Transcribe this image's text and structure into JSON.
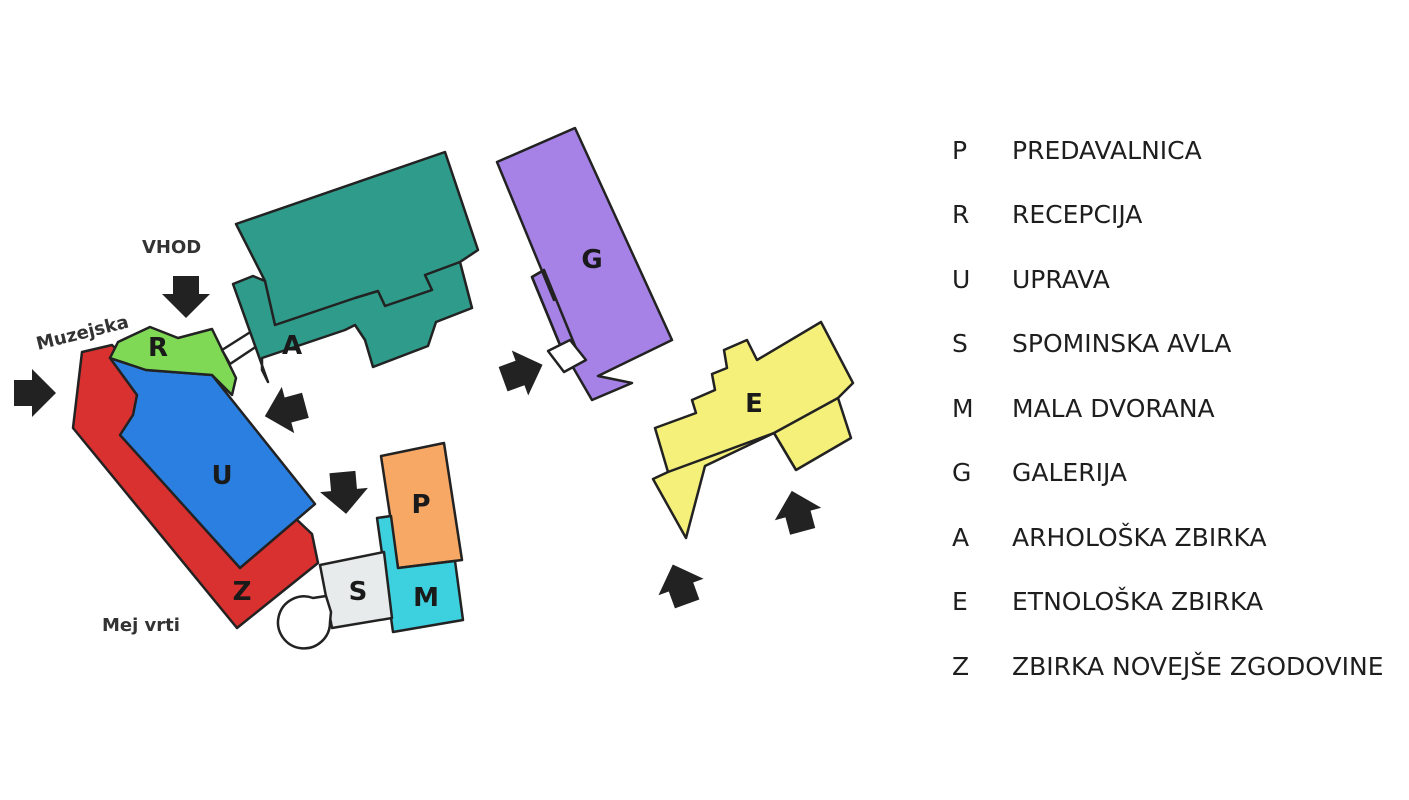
{
  "map": {
    "buildings": [
      {
        "id": "Z",
        "color": "#d8312f"
      },
      {
        "id": "U",
        "color": "#2a7fe0"
      },
      {
        "id": "R",
        "color": "#7fd955"
      },
      {
        "id": "A",
        "color": "#2f9b8a"
      },
      {
        "id": "G",
        "color": "#a682e6"
      },
      {
        "id": "E",
        "color": "#f5f07a"
      },
      {
        "id": "P",
        "color": "#f7a865"
      },
      {
        "id": "M",
        "color": "#3dd0df"
      },
      {
        "id": "S",
        "color": "#e8ebeb"
      }
    ],
    "labels": {
      "entrance": "VHOD",
      "street_north": "Muzejska",
      "street_south": "Mej vrti"
    },
    "arrow_icon": "arrow-icon"
  },
  "legend": [
    {
      "code": "P",
      "name": "PREDAVALNICA"
    },
    {
      "code": "R",
      "name": "RECEPCIJA"
    },
    {
      "code": "U",
      "name": "UPRAVA"
    },
    {
      "code": "S",
      "name": "SPOMINSKA AVLA"
    },
    {
      "code": "M",
      "name": "MALA DVORANA"
    },
    {
      "code": "G",
      "name": "GALERIJA"
    },
    {
      "code": "A",
      "name": "ARHOLOŠKA ZBIRKA"
    },
    {
      "code": "E",
      "name": "ETNOLOŠKA ZBIRKA"
    },
    {
      "code": "Z",
      "name": "ZBIRKA NOVEJŠE ZGODOVINE"
    }
  ]
}
